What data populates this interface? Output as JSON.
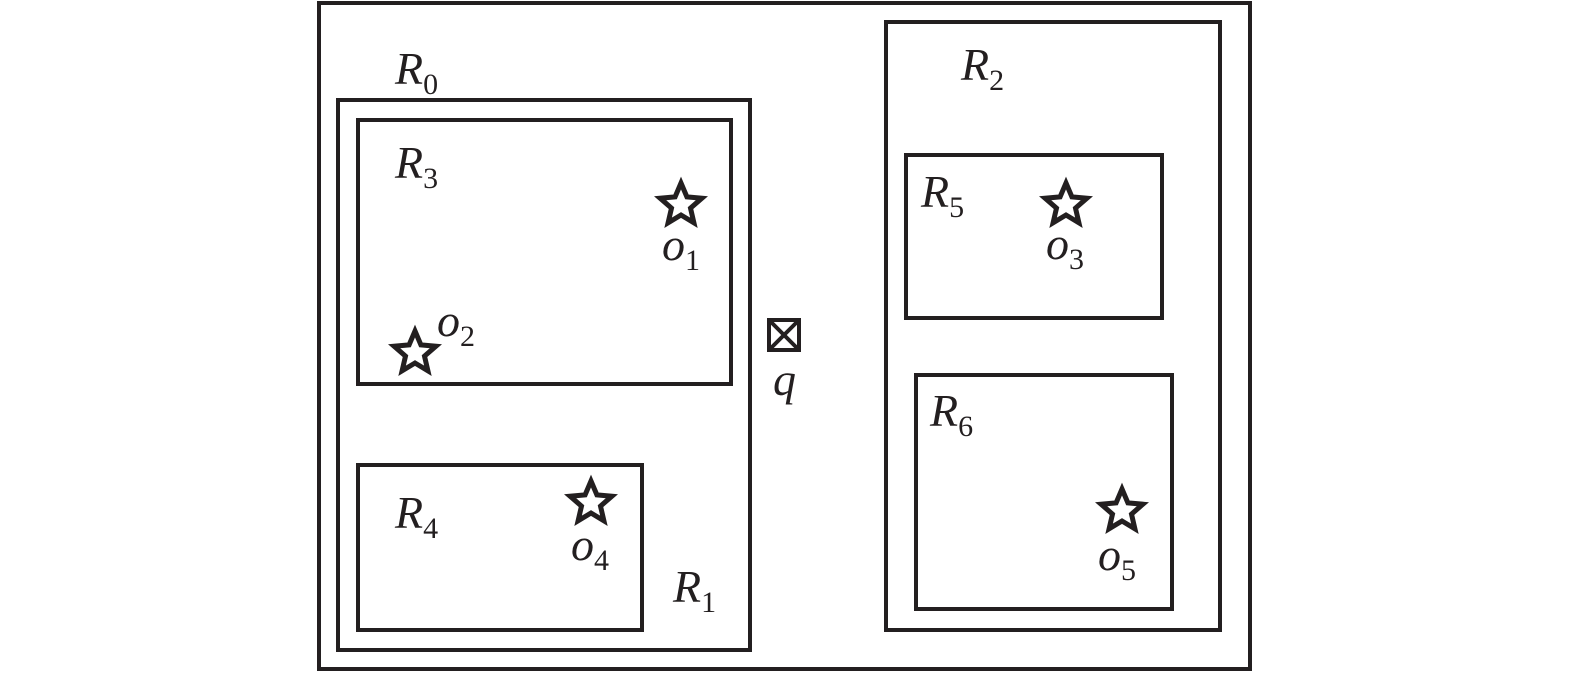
{
  "regions": [
    {
      "id": "R0",
      "base": "R",
      "sub": "0"
    },
    {
      "id": "R1",
      "base": "R",
      "sub": "1"
    },
    {
      "id": "R2",
      "base": "R",
      "sub": "2"
    },
    {
      "id": "R3",
      "base": "R",
      "sub": "3"
    },
    {
      "id": "R4",
      "base": "R",
      "sub": "4"
    },
    {
      "id": "R5",
      "base": "R",
      "sub": "5"
    },
    {
      "id": "R6",
      "base": "R",
      "sub": "6"
    }
  ],
  "objects": [
    {
      "id": "o1",
      "base": "o",
      "sub": "1"
    },
    {
      "id": "o2",
      "base": "o",
      "sub": "2"
    },
    {
      "id": "o3",
      "base": "o",
      "sub": "3"
    },
    {
      "id": "o4",
      "base": "o",
      "sub": "4"
    },
    {
      "id": "o5",
      "base": "o",
      "sub": "5"
    }
  ],
  "query": {
    "label": "q"
  }
}
